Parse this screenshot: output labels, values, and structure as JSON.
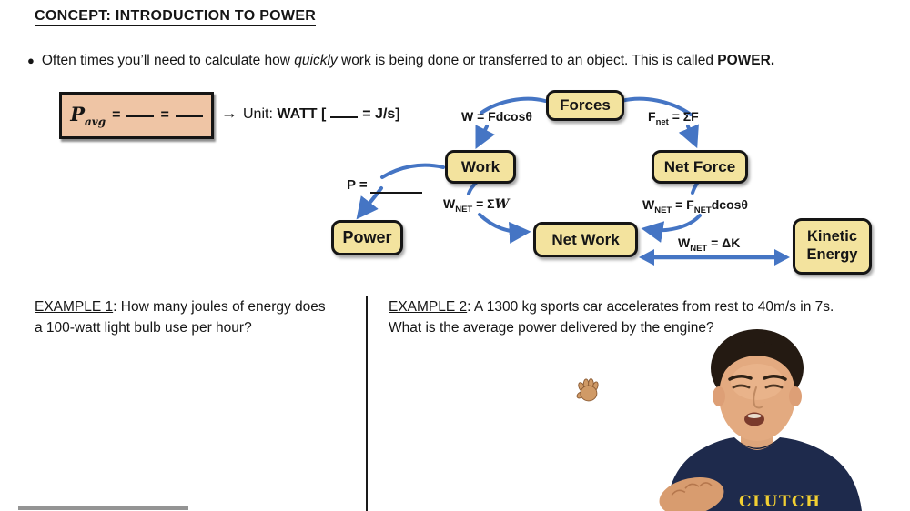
{
  "page": {
    "title": "CONCEPT: INTRODUCTION TO POWER",
    "bullet": {
      "marker": "●",
      "pre": "Often times you’ll need to calculate how ",
      "italic": "quickly",
      "mid": " work is being done or transferred to an object. This is called ",
      "bold": "POWER."
    }
  },
  "formula": {
    "symbol": "P",
    "subscript": "avg",
    "eq": "=",
    "unit_arrow": "→",
    "unit_label": "Unit:",
    "unit_watt": "WATT [",
    "unit_jps": "= J/s]"
  },
  "flowchart": {
    "boxes": {
      "forces": "Forces",
      "work": "Work",
      "net_force": "Net Force",
      "power": "Power",
      "net_work": "Net Work",
      "kinetic_line1": "Kinetic",
      "kinetic_line2": "Energy"
    },
    "labels": {
      "forces_to_work": "W = Fdcosθ",
      "forces_to_net_force": {
        "main": "F",
        "sub": "net",
        "rest": " = ΣF"
      },
      "work_to_net_work": {
        "main": "W",
        "sub": "NET",
        "rest": " = Σ",
        "italic": "W"
      },
      "net_force_to_net_work": {
        "m1": "W",
        "s1": "NET",
        "m2": " = F",
        "s2": "NET",
        "m3": "dcosθ"
      },
      "net_work_kinetic": {
        "main": "W",
        "sub": "NET",
        "rest": " = ΔK"
      },
      "power_eq": "P ="
    }
  },
  "examples": {
    "example1": {
      "label": "EXAMPLE 1",
      "colon": ":",
      "text": " How many joules of energy does a 100-watt light bulb use per hour?"
    },
    "example2": {
      "label": "EXAMPLE 2",
      "colon": ":",
      "text": " A 1300 kg sports car accelerates from rest to 40m/s in 7s. What is the average power delivered by the engine?"
    }
  },
  "person": {
    "shirt_text": "CLUTCH"
  },
  "colors": {
    "arrow_blue": "#4575c4",
    "box_yellow": "#f3e39e",
    "formula_salmon": "#efc5a5",
    "shirt_navy": "#1e2a4c",
    "logo_yellow": "#f2d032"
  }
}
